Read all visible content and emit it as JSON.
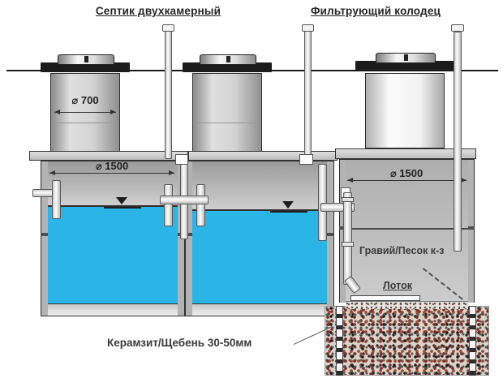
{
  "titles": {
    "septic_tank": "Септик двухкамерный",
    "filter_well": "Фильтрующий колодец"
  },
  "dimensions": {
    "riser_diameter": "⌀ 700",
    "septic_diameter": "⌀ 1500",
    "well_diameter": "⌀ 1500"
  },
  "annotations": {
    "gravel_sand": "Гравий/Песок к-з",
    "tray": "Лоток",
    "backfill": "Керамзит/Щебень 30-50мм"
  },
  "colors": {
    "water": "#2ab5e6",
    "flange": "#1b1b1b",
    "ground_line": "#1a1a1a",
    "gravel_brown": "#7a2f1f"
  }
}
